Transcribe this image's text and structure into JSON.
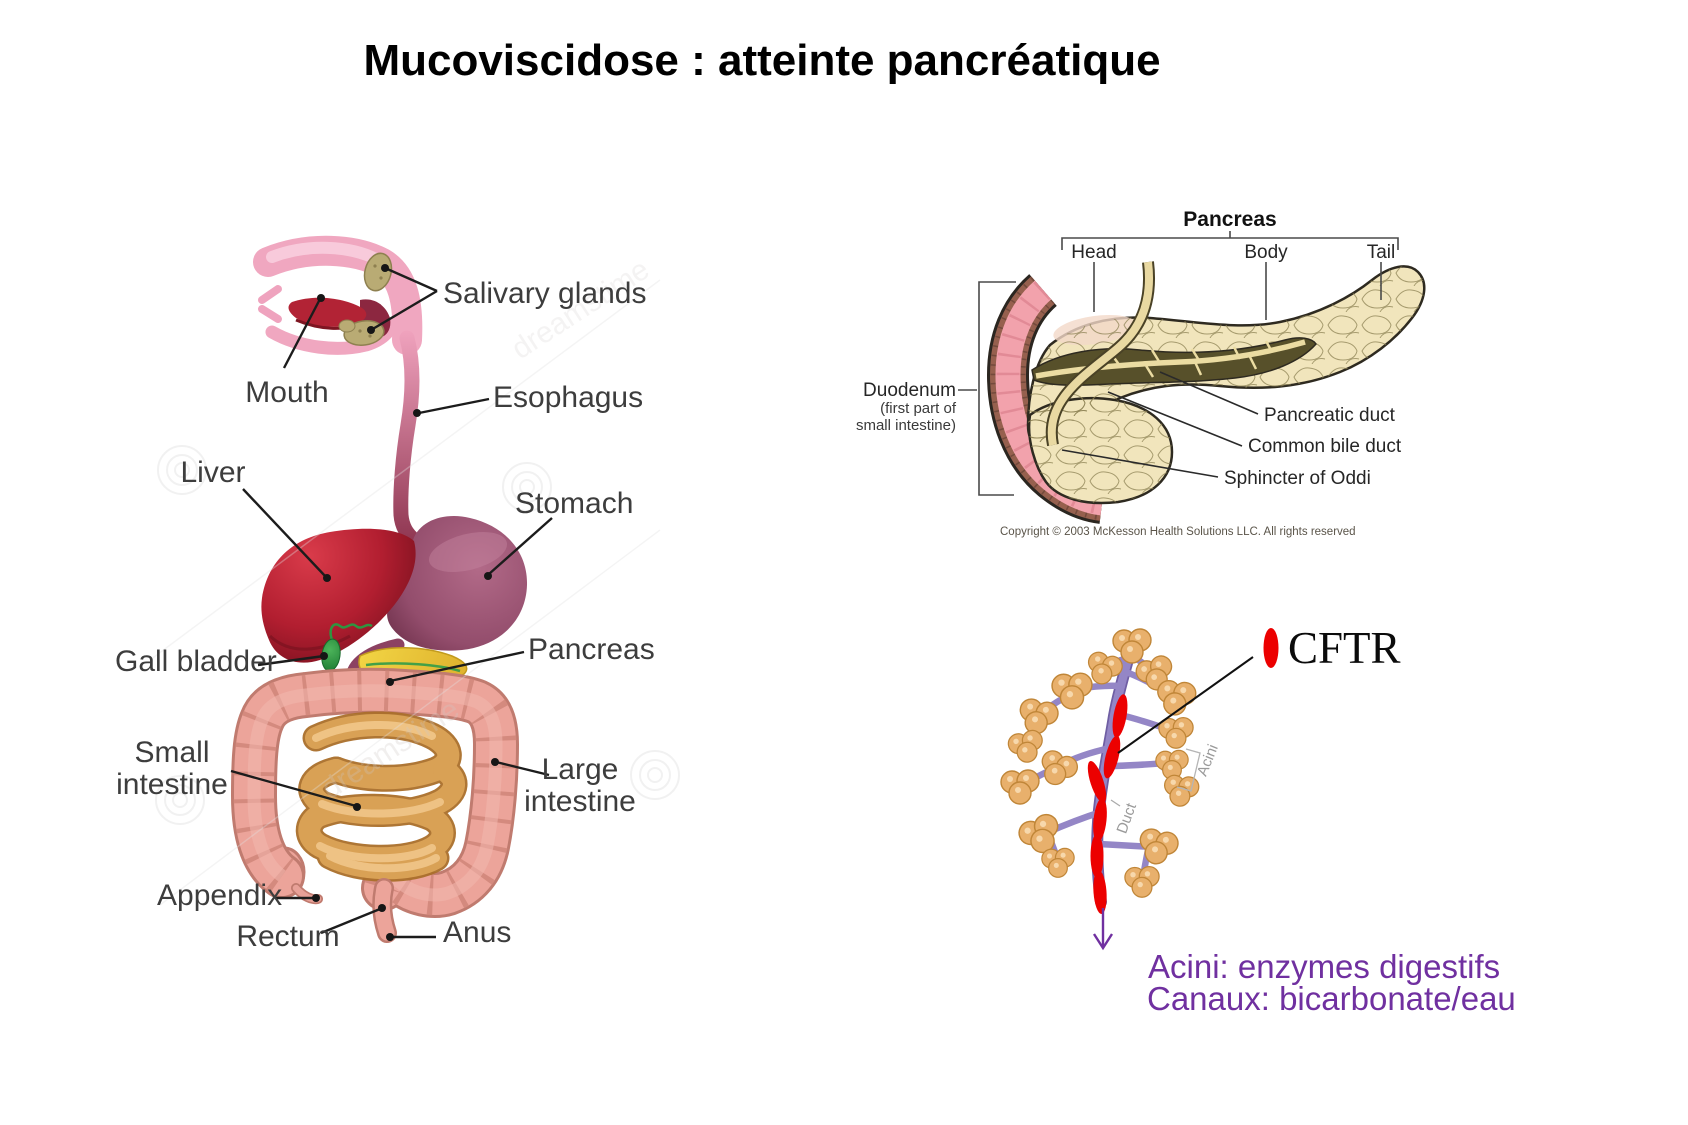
{
  "slide": {
    "title": "Mucoviscidose : atteinte pancréatique",
    "background": "#FFFFFF"
  },
  "digestive_figure": {
    "watermark": "dreamstime",
    "labels": {
      "salivary_glands": "Salivary glands",
      "mouth": "Mouth",
      "esophagus": "Esophagus",
      "liver": "Liver",
      "stomach": "Stomach",
      "gall_bladder": "Gall bladder",
      "pancreas": "Pancreas",
      "small_intestine_1": "Small",
      "small_intestine_2": "intestine",
      "large_intestine_1": "Large",
      "large_intestine_2": "intestine",
      "appendix": "Appendix",
      "rectum": "Rectum",
      "anus": "Anus"
    }
  },
  "pancreas_figure": {
    "title": "Pancreas",
    "labels": {
      "head": "Head",
      "body": "Body",
      "tail": "Tail",
      "duodenum": "Duodenum",
      "duodenum_sub1": "(first part of",
      "duodenum_sub2": "small intestine)",
      "pancreatic_duct": "Pancreatic duct",
      "common_bile_duct": "Common bile duct",
      "sphincter_of_oddi": "Sphincter of Oddi"
    },
    "copyright": "Copyright © 2003 McKesson Health Solutions LLC. All rights reserved"
  },
  "acinar_figure": {
    "cftr": "CFTR",
    "acini": "Acini",
    "duct": "Duct",
    "caption_1": "Acini: enzymes digestifs",
    "caption_2": "Canaux: bicarbonate/eau",
    "caption_color": "#7030A0",
    "cftr_color": "#EC0000"
  }
}
